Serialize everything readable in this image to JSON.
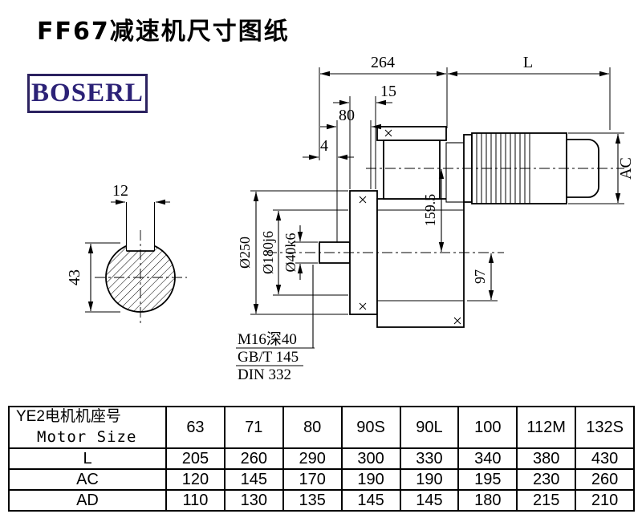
{
  "header": {
    "title": "FF67减速机尺寸图纸",
    "brand": "BOSERL"
  },
  "drawing": {
    "dim_264": "264",
    "dim_L": "L",
    "dim_15": "15",
    "dim_80": "80",
    "dim_4": "4",
    "dim_12": "12",
    "dim_43": "43",
    "dia_250": "Ø250",
    "dia_180": "Ø180j6",
    "dia_40": "Ø40k6",
    "dim_159_5": "159.5",
    "dim_97": "97",
    "dim_AC": "AC",
    "note_line1": "M16深40",
    "note_line2": "GB/T 145",
    "note_line3": "DIN 332"
  },
  "table": {
    "header_label_line1": "YE2电机机座号",
    "header_label_line2": "Motor Size",
    "columns": [
      "63",
      "71",
      "80",
      "90S",
      "90L",
      "100",
      "112M",
      "132S"
    ],
    "rows": [
      {
        "label": "L",
        "values": [
          "205",
          "260",
          "290",
          "300",
          "330",
          "340",
          "380",
          "430"
        ]
      },
      {
        "label": "AC",
        "values": [
          "120",
          "145",
          "170",
          "190",
          "190",
          "195",
          "230",
          "260"
        ]
      },
      {
        "label": "AD",
        "values": [
          "110",
          "130",
          "135",
          "145",
          "145",
          "180",
          "215",
          "210"
        ]
      }
    ]
  }
}
